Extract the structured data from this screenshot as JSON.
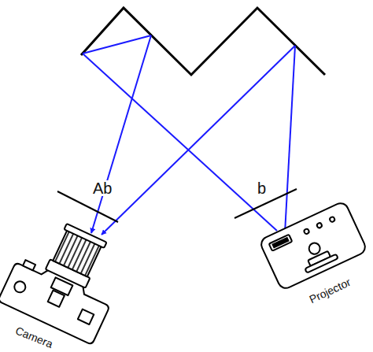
{
  "diagram": {
    "labels": [
      "Ab",
      "b",
      "Camera",
      "Projector"
    ]
  }
}
